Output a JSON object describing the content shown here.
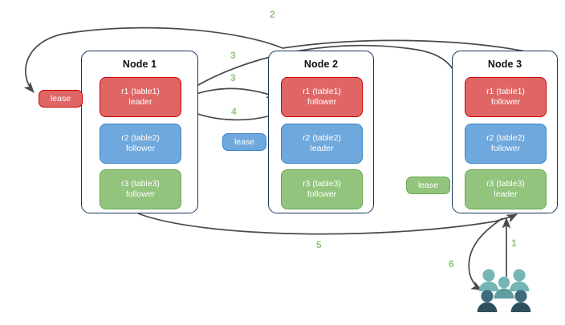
{
  "diagram": {
    "title": "Multi-node replica lease diagram",
    "colors": {
      "red": "#e06666",
      "red_border": "#cc0000",
      "blue": "#6fa8dc",
      "blue_border": "#3d85c6",
      "green": "#93c47d",
      "green_border": "#6aa84f",
      "node_border": "#16365c",
      "edge": "#4a4a4a",
      "step_label": "#93c47d",
      "users_light": "#76b5b5",
      "users_mid": "#5f9ea0",
      "users_dark": "#3d6b7d",
      "users_darkest": "#2f4f5f"
    },
    "nodes": [
      {
        "title": "Node 1",
        "replicas": [
          {
            "line1": "r1 (table1)",
            "line2": "leader",
            "color": "red"
          },
          {
            "line1": "r2 (table2)",
            "line2": "follower",
            "color": "blue"
          },
          {
            "line1": "r3 (table3)",
            "line2": "follower",
            "color": "green"
          }
        ]
      },
      {
        "title": "Node 2",
        "replicas": [
          {
            "line1": "r1 (table1)",
            "line2": "follower",
            "color": "red"
          },
          {
            "line1": "r2 (table2)",
            "line2": "leader",
            "color": "blue"
          },
          {
            "line1": "r3 (table3)",
            "line2": "follower",
            "color": "green"
          }
        ]
      },
      {
        "title": "Node 3",
        "replicas": [
          {
            "line1": "r1 (table1)",
            "line2": "follower",
            "color": "red"
          },
          {
            "line1": "r2 (table2)",
            "line2": "follower",
            "color": "blue"
          },
          {
            "line1": "r3 (table3)",
            "line2": "leader",
            "color": "green"
          }
        ]
      }
    ],
    "leases": [
      {
        "label": "lease",
        "color": "red"
      },
      {
        "label": "lease",
        "color": "blue"
      },
      {
        "label": "lease",
        "color": "green"
      }
    ],
    "steps": [
      {
        "label": "1"
      },
      {
        "label": "2"
      },
      {
        "label": "3"
      },
      {
        "label": "3"
      },
      {
        "label": "4"
      },
      {
        "label": "5"
      },
      {
        "label": "6"
      }
    ],
    "icons": {
      "users": "users-group-icon"
    }
  }
}
